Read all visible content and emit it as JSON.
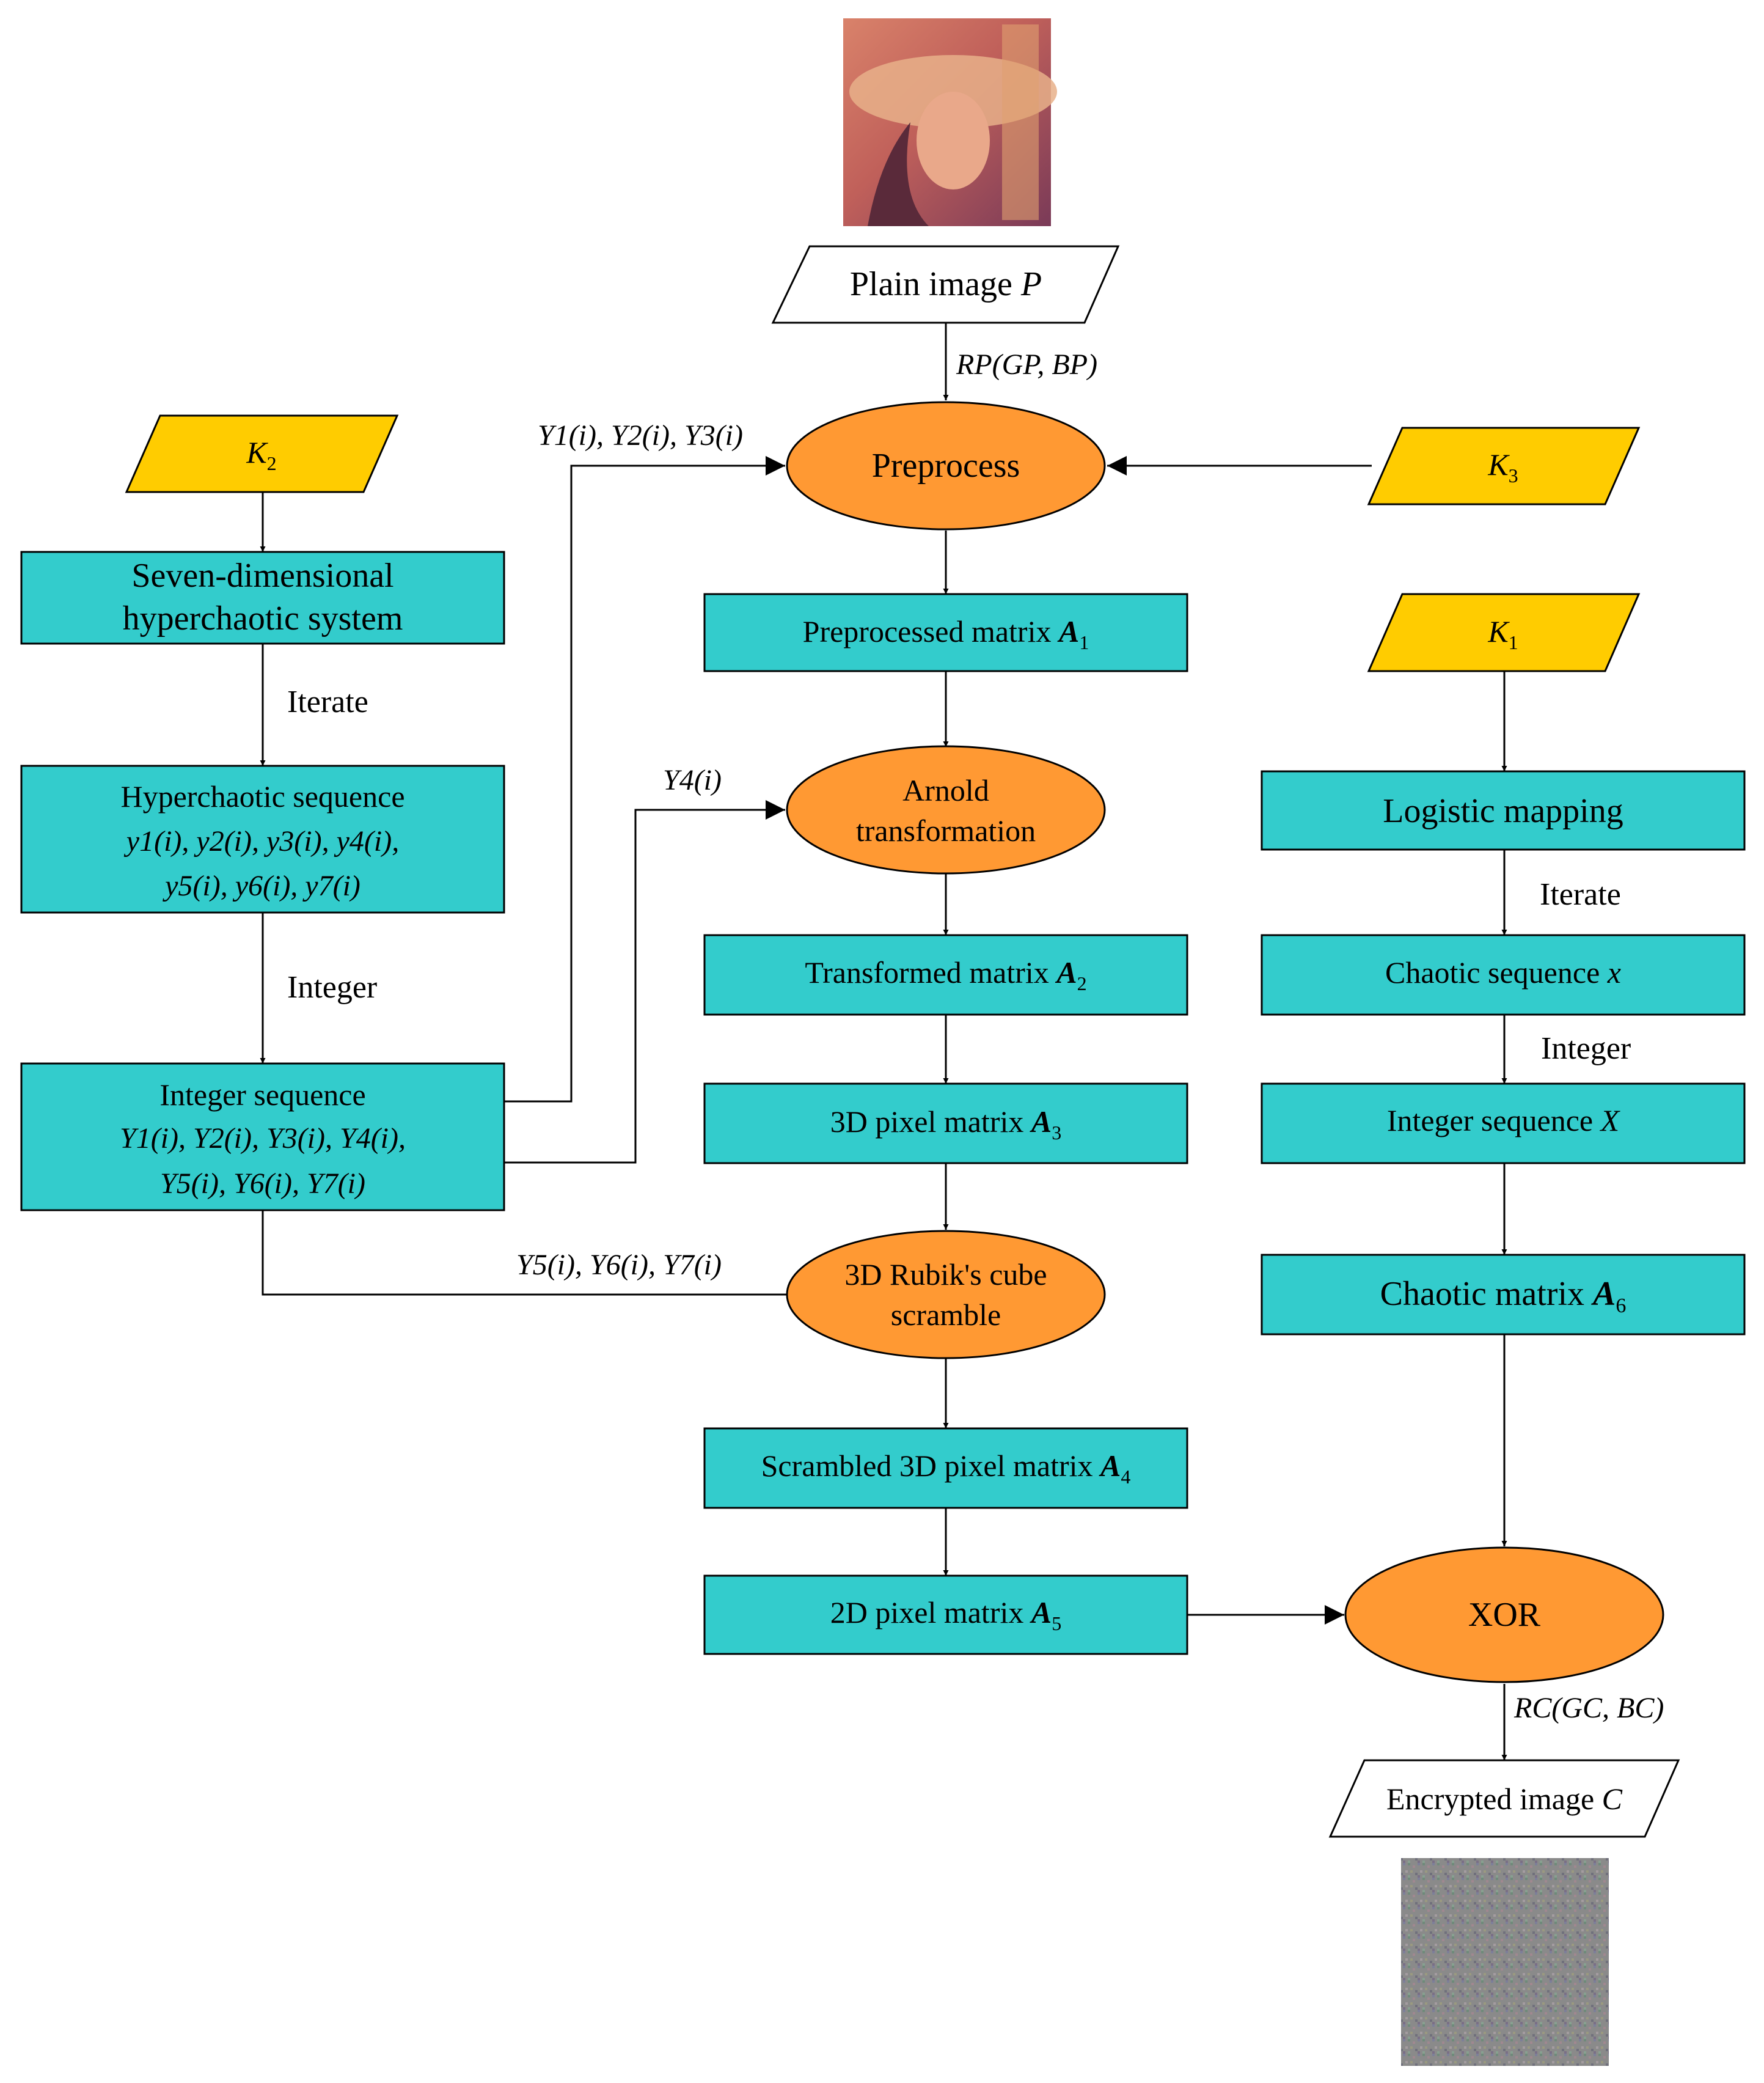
{
  "colors": {
    "rect_fill": "#33CCCC",
    "ellipse_fill": "#FF9933",
    "key_fill": "#FFCC00",
    "line": "#000000",
    "io_fill": "#FFFFFF"
  },
  "icons": {
    "plain_image": "portrait-photo-image",
    "encrypted_image": "noise-image"
  },
  "nodes": {
    "plain_image": "Plain image",
    "plain_image_var": "P",
    "k2": "K",
    "k2_sub": "2",
    "k3": "K",
    "k3_sub": "3",
    "k1": "K",
    "k1_sub": "1",
    "preprocess": "Preprocess",
    "seven_dim_line1": "Seven-dimensional",
    "seven_dim_line2": "hyperchaotic system",
    "preprocessed_matrix": "Preprocessed matrix",
    "preprocessed_matrix_var": "A",
    "preprocessed_matrix_sub": "1",
    "hyper_seq_title": "Hyperchaotic sequence",
    "hyper_seq_line1": "y1(i), y2(i), y3(i), y4(i),",
    "hyper_seq_line2": "y5(i), y6(i), y7(i)",
    "arnold_line1": "Arnold",
    "arnold_line2": "transformation",
    "logistic": "Logistic mapping",
    "transformed_matrix": "Transformed matrix",
    "transformed_matrix_var": "A",
    "transformed_matrix_sub": "2",
    "chaotic_seq": "Chaotic sequence",
    "chaotic_seq_var": "x",
    "int_seq_left_title": "Integer sequence",
    "int_seq_left_line1": "Y1(i), Y2(i), Y3(i), Y4(i),",
    "int_seq_left_line2": "Y5(i), Y6(i), Y7(i)",
    "pixel3d": "3D pixel matrix",
    "pixel3d_var": "A",
    "pixel3d_sub": "3",
    "int_seq_right": "Integer sequence",
    "int_seq_right_var": "X",
    "rubik_line1": "3D Rubik's cube",
    "rubik_line2": "scramble",
    "chaotic_matrix": "Chaotic matrix",
    "chaotic_matrix_var": "A",
    "chaotic_matrix_sub": "6",
    "scrambled": "Scrambled 3D pixel matrix",
    "scrambled_var": "A",
    "scrambled_sub": "4",
    "pixel2d": "2D pixel matrix",
    "pixel2d_var": "A",
    "pixel2d_sub": "5",
    "xor": "XOR",
    "encrypted": "Encrypted image",
    "encrypted_var": "C"
  },
  "edges": {
    "iterate_left": "Iterate",
    "integer_left": "Integer",
    "iterate_right": "Iterate",
    "integer_right": "Integer",
    "rp_label": "RP(GP, BP)",
    "rc_label": "RC(GC, BC)",
    "y123_label": "Y1(i), Y2(i), Y3(i)",
    "y4_label": "Y4(i)",
    "y567_label": "Y5(i), Y6(i), Y7(i)"
  }
}
